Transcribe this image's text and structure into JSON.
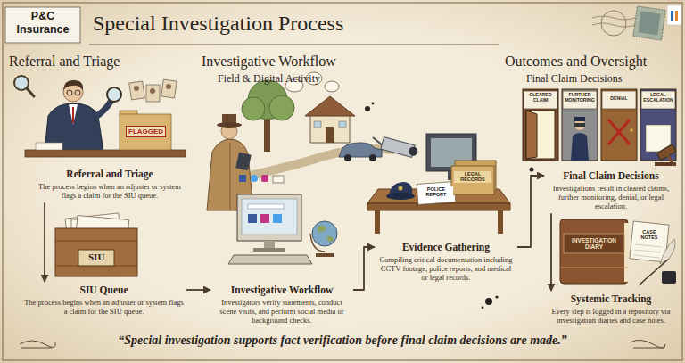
{
  "diagram": {
    "title": "Special Investigation Process",
    "caption": "“Special investigation supports fact verification before final claim decisions are made.”",
    "nodes": [
      {
        "text": [
          "Referral and Triage",
          "The process begins when an adjuster or system flags a claim for the SIU queue."
        ]
      },
      {
        "text": [
          "SIU Queue",
          "The process begins when an adjuster or system flags a claim for the SIU queue."
        ]
      },
      {
        "text": [
          "Investigative Workflow",
          "Investigators verify statements, conduct scene visits, and perform social media or background checks."
        ]
      },
      {
        "text": [
          "Evidence Gathering",
          "Compiling critical documentation including CCTV footage, police reports, and medical or legal records."
        ]
      },
      {
        "text": [
          "Final Claim Decisions",
          "Investigations result in cleared claims, further monitoring, denial, or legal escalation."
        ]
      },
      {
        "text": [
          "Systemic Tracking",
          "Every step is logged in a repository via investigation diaries and case notes."
        ]
      }
    ],
    "edges": [
      {
        "from": 0,
        "to": 1,
        "arrow": "to"
      },
      {
        "from": 1,
        "to": 2,
        "arrow": "to"
      },
      {
        "from": 2,
        "to": 3,
        "arrow": "to"
      },
      {
        "from": 3,
        "to": 4,
        "arrow": "to"
      },
      {
        "from": 4,
        "to": 5,
        "arrow": "to"
      }
    ],
    "labels": [
      "P&C Insurance",
      "Referral and Triage",
      "Investigative Workflow",
      "Field & Digital Activity",
      "Outcomes and Oversight",
      "Final Claim Decisions",
      "FLAGGED",
      "SIU",
      "POLICE REPORT",
      "LEGAL RECORDS",
      "CLEARED CLAIM",
      "FURTHER MONITORING",
      "DENIAL",
      "LEGAL ESCALATION",
      "INVESTIGATION DIARY",
      "CASE NOTES"
    ]
  }
}
